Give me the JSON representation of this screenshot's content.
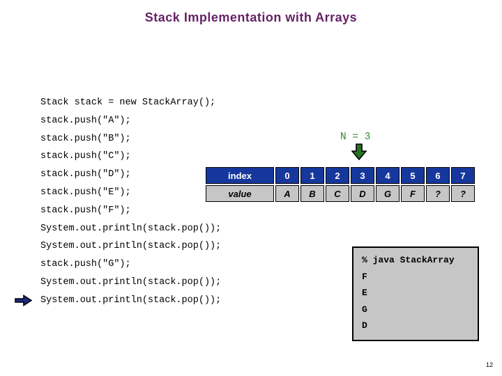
{
  "slide": {
    "title": "Stack Implementation with Arrays",
    "page_number": "12",
    "code": {
      "lines": [
        "Stack stack = new StackArray();",
        "stack.push(\"A\");",
        "stack.push(\"B\");",
        "stack.push(\"C\");",
        "stack.push(\"D\");",
        "stack.push(\"E\");",
        "stack.push(\"F\");",
        "System.out.println(stack.pop());",
        "System.out.println(stack.pop());",
        "stack.push(\"G\");",
        "System.out.println(stack.pop());",
        "System.out.println(stack.pop());"
      ]
    },
    "n_label": "N = 3",
    "table": {
      "header_label": "index",
      "value_label": "value",
      "indices": [
        "0",
        "1",
        "2",
        "3",
        "4",
        "5",
        "6",
        "7"
      ],
      "values": [
        "A",
        "B",
        "C",
        "D",
        "G",
        "F",
        "?",
        "?"
      ]
    },
    "terminal": {
      "command": "% java StackArray",
      "output_lines": [
        "F",
        "E",
        "G",
        "D"
      ]
    },
    "icons": {
      "down_arrow": "down-block-arrow",
      "right_arrow": "right-block-arrow"
    },
    "colors": {
      "title_purple": "#662266",
      "table_blue": "#16389d",
      "panel_gray": "#c6c6c6",
      "green_text": "#2f8b2f",
      "arrow_green": "#267326",
      "arrow_navy": "#1a2a80"
    }
  }
}
